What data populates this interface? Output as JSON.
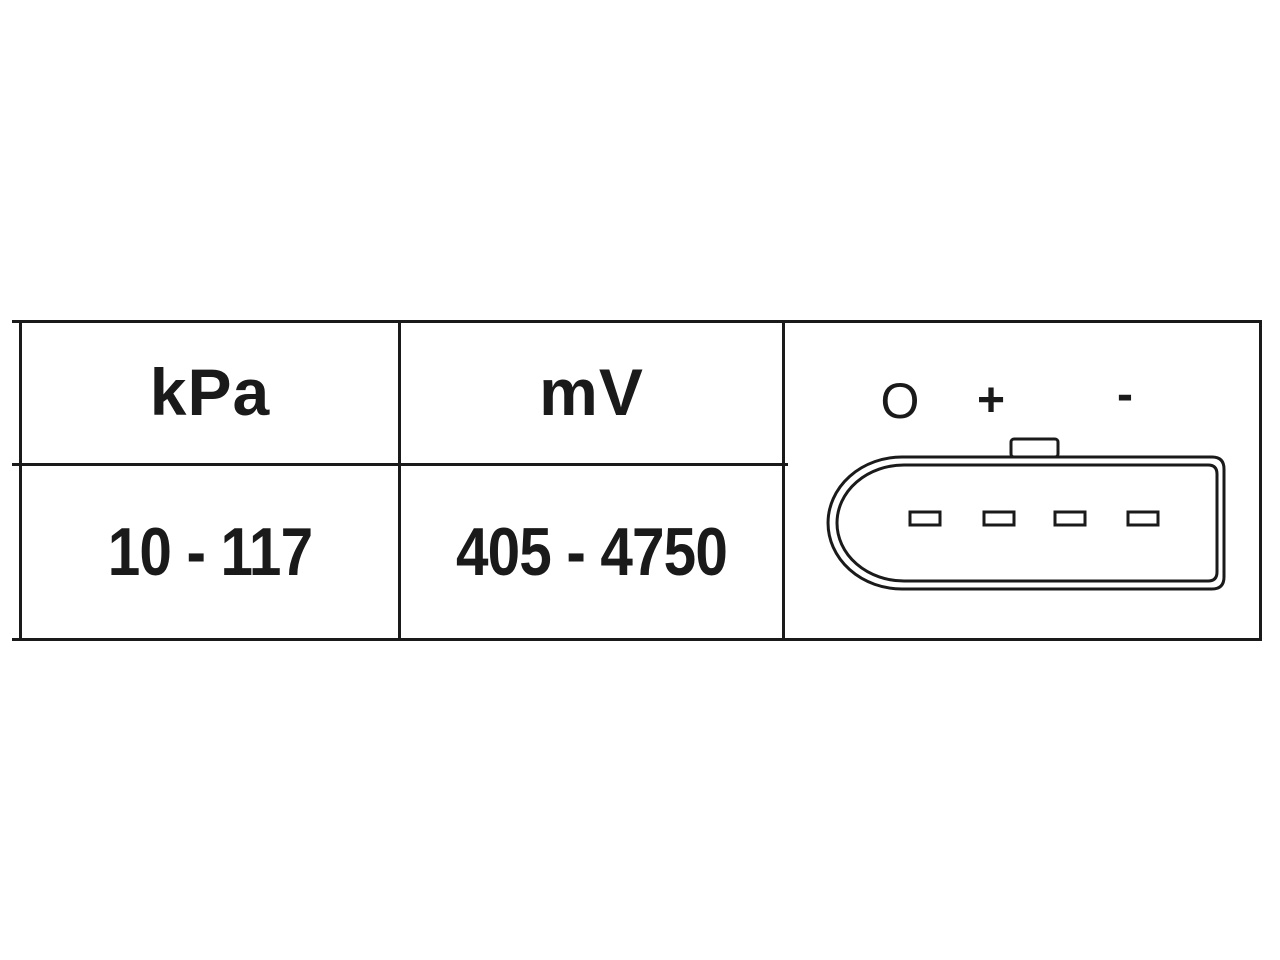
{
  "table": {
    "headers": [
      "kPa",
      "mV"
    ],
    "values": [
      "10 - 117",
      "405 - 4750"
    ]
  },
  "connector": {
    "pin_labels": [
      "O",
      "+",
      "-"
    ],
    "pin_count": 4
  },
  "colors": {
    "line": "#1a1a1a",
    "background": "#ffffff"
  }
}
